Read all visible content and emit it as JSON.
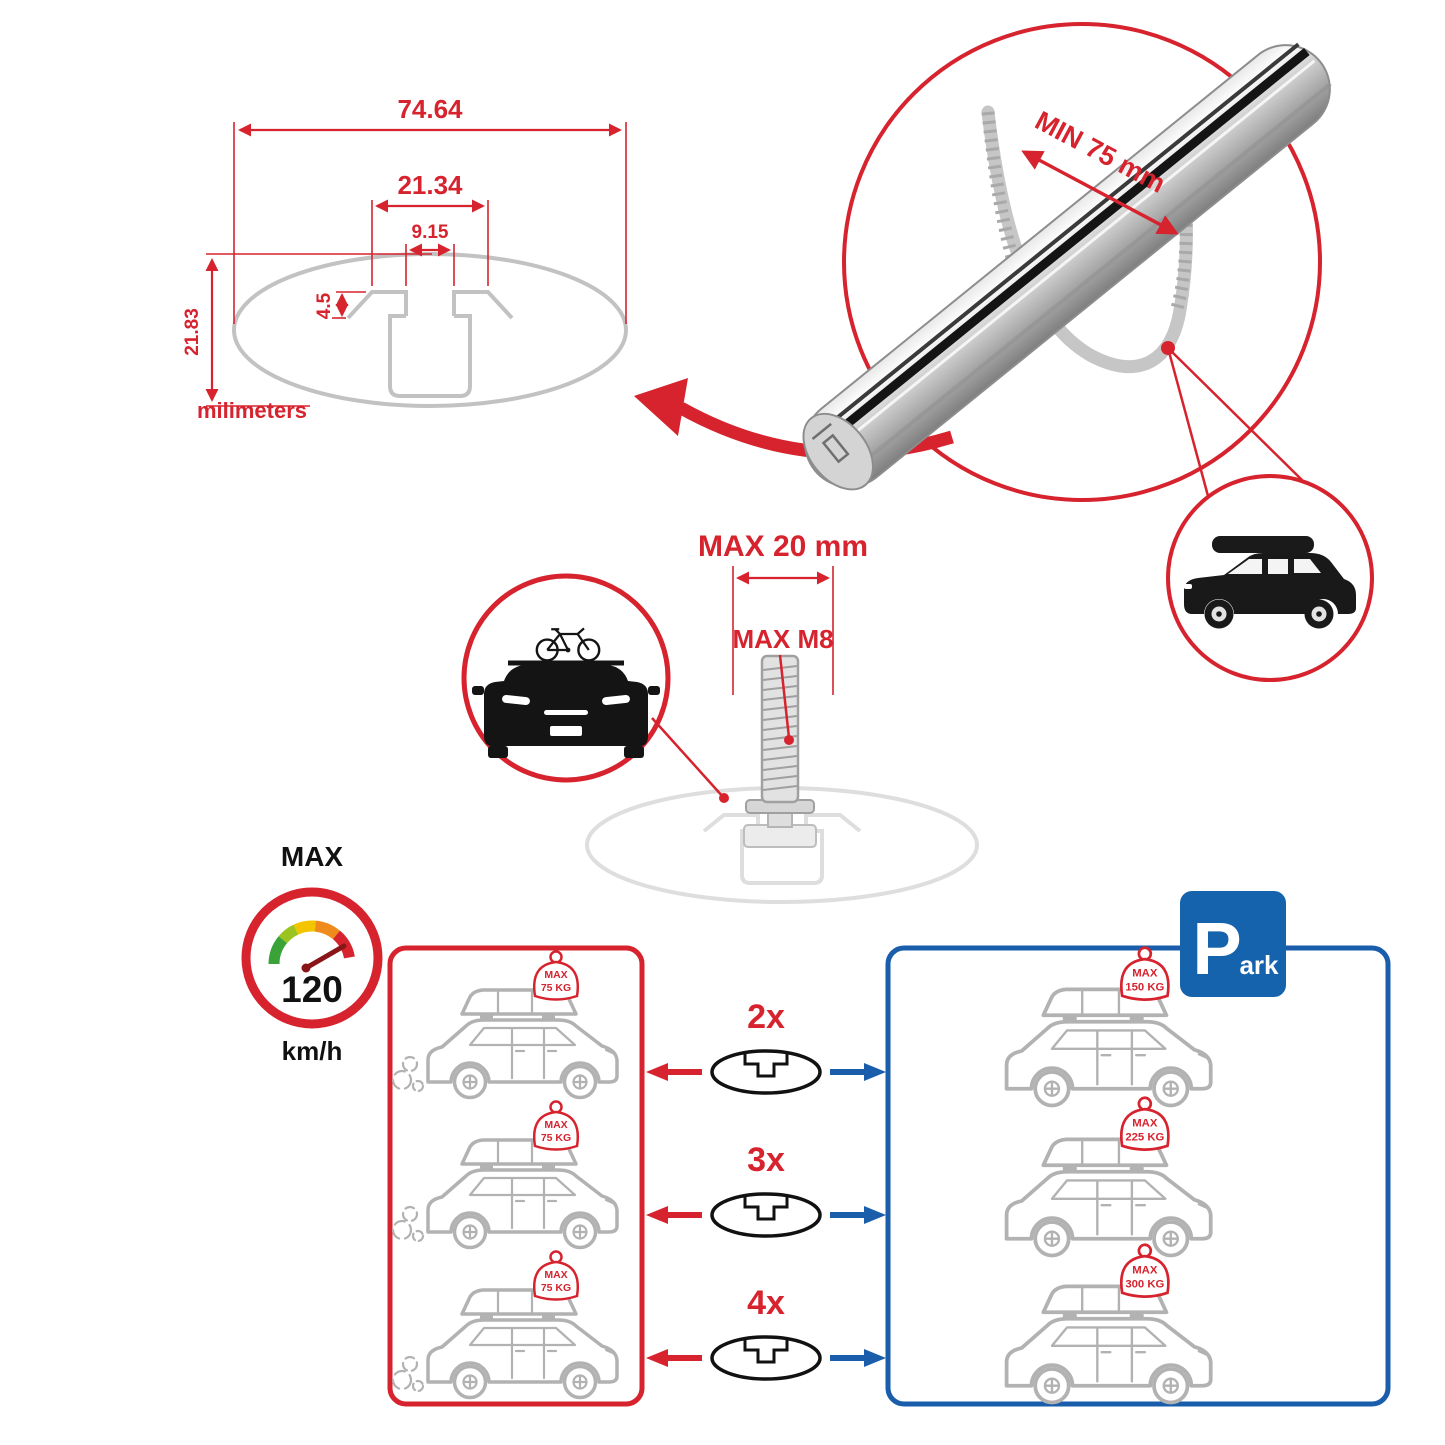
{
  "cross_section": {
    "width_total": "74.64",
    "plateau_width": "21.34",
    "slot_width": "9.15",
    "step_depth": "4.5",
    "height": "21.83",
    "units": "milimeters"
  },
  "clamp": {
    "min_label": "MIN 75 mm"
  },
  "bolt": {
    "max_length": "MAX 20 mm",
    "max_thread": "MAX M8"
  },
  "speed_limit": {
    "title": "MAX",
    "value": "120",
    "unit": "km/h"
  },
  "parking_sign": {
    "letter": "P",
    "rest": "ark"
  },
  "quantities": [
    "2x",
    "3x",
    "4x"
  ],
  "driving_cars": [
    {
      "max": "MAX",
      "load": "75 KG"
    },
    {
      "max": "MAX",
      "load": "75 KG"
    },
    {
      "max": "MAX",
      "load": "75 KG"
    }
  ],
  "parked_cars": [
    {
      "max": "MAX",
      "load": "150 KG"
    },
    {
      "max": "MAX",
      "load": "225 KG"
    },
    {
      "max": "MAX",
      "load": "300 KG"
    }
  ],
  "colors": {
    "red": "#d6232e",
    "blue": "#1a5dab",
    "sign_blue": "#1463ac",
    "gray": "#b2b2b2",
    "ink": "#111111"
  }
}
